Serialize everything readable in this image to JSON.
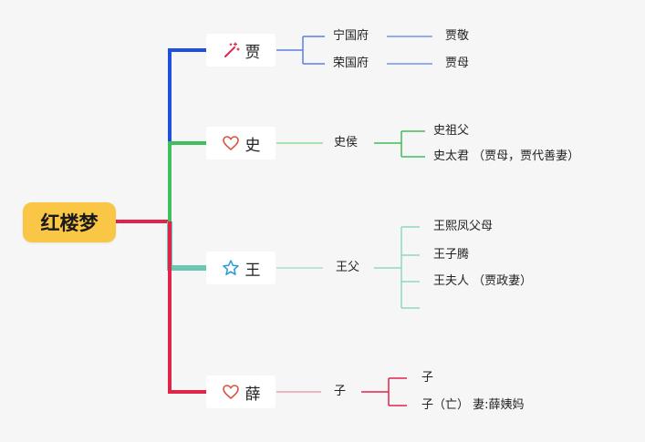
{
  "root": {
    "label": "红楼梦"
  },
  "branches": [
    {
      "label": "贾",
      "icon": "magic-wand-icon",
      "color": "#1f4fe0",
      "children": [
        {
          "label": "宁国府",
          "leaves": [
            "贾敬"
          ]
        },
        {
          "label": "荣国府",
          "leaves": [
            "贾母"
          ]
        }
      ]
    },
    {
      "label": "史",
      "icon": "heart-icon",
      "color": "#3fbf5a",
      "children": [
        {
          "label": "史侯",
          "leaves": [
            "史祖父",
            "史太君 （贾母，贾代善妻）"
          ]
        }
      ]
    },
    {
      "label": "王",
      "icon": "star-icon",
      "color": "#6bc7b3",
      "children": [
        {
          "label": "王父",
          "leaves": [
            "王熙凤父母",
            "王子腾",
            "王夫人 （贾政妻）",
            ""
          ]
        }
      ]
    },
    {
      "label": "薛",
      "icon": "heart-icon",
      "color": "#e0244a",
      "children": [
        {
          "label": "子",
          "leaves": [
            "子",
            "子（亡） 妻:薛姨妈"
          ]
        }
      ]
    }
  ]
}
